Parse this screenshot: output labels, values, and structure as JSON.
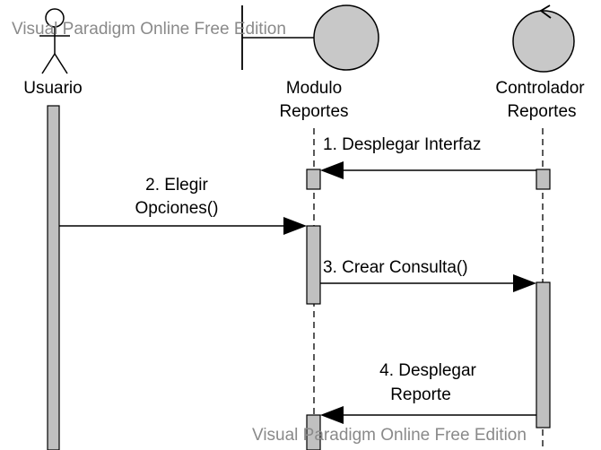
{
  "watermark": {
    "top": "Visual Paradigm Online Free Edition",
    "bottom": "Visual Paradigm Online Free Edition"
  },
  "actors": {
    "usuario": {
      "label": "Usuario"
    },
    "modulo": {
      "line1": "Modulo",
      "line2": "Reportes"
    },
    "controlador": {
      "line1": "Controlador",
      "line2": "Reportes"
    }
  },
  "messages": [
    {
      "number": "1.",
      "lines": [
        "1. Desplegar Interfaz"
      ]
    },
    {
      "number": "2.",
      "lines": [
        "2. Elegir",
        "Opciones()"
      ]
    },
    {
      "number": "3.",
      "lines": [
        "3. Crear Consulta()"
      ]
    },
    {
      "number": "4.",
      "lines": [
        "4. Desplegar",
        "Reporte"
      ]
    }
  ],
  "colors": {
    "lifeline_box": "#c0c0c0",
    "line": "#000000",
    "watermark": "#8a8a8a"
  }
}
